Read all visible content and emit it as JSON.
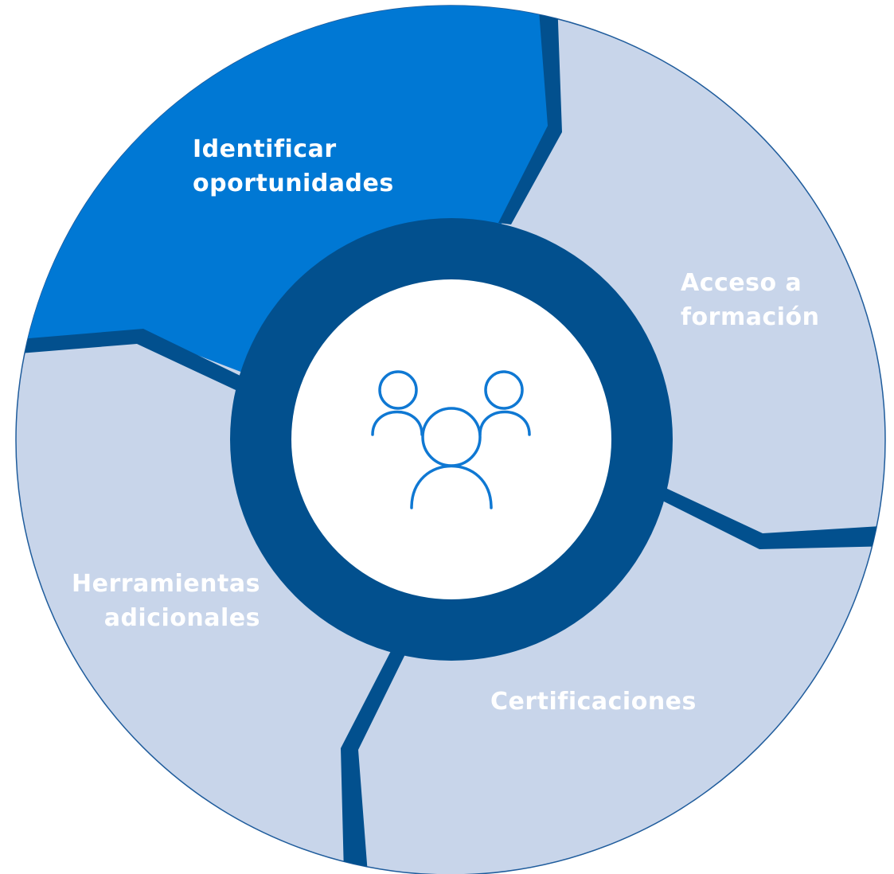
{
  "segments": [
    {
      "label": "Identificar oportunidades",
      "line1": "Identificar",
      "line2": "oportunidades",
      "state": "active"
    },
    {
      "label": "Acceso a formación",
      "line1": "Acceso a",
      "line2": "formación",
      "state": "inactive"
    },
    {
      "label": "Certificaciones",
      "line1": "Certificaciones",
      "state": "inactive"
    },
    {
      "label": "Herramientas adicionales",
      "line1": "Herramientas",
      "line2": "adicionales",
      "state": "inactive"
    }
  ],
  "center_icon": "people-group-icon",
  "colors": {
    "active_segment": "#0078d4",
    "inactive_segment": "#c8d5ea",
    "ring": "#02508e",
    "separator": "#02508e",
    "center": "#ffffff",
    "icon_stroke": "#0f78d3",
    "label_text": "#ffffff"
  }
}
